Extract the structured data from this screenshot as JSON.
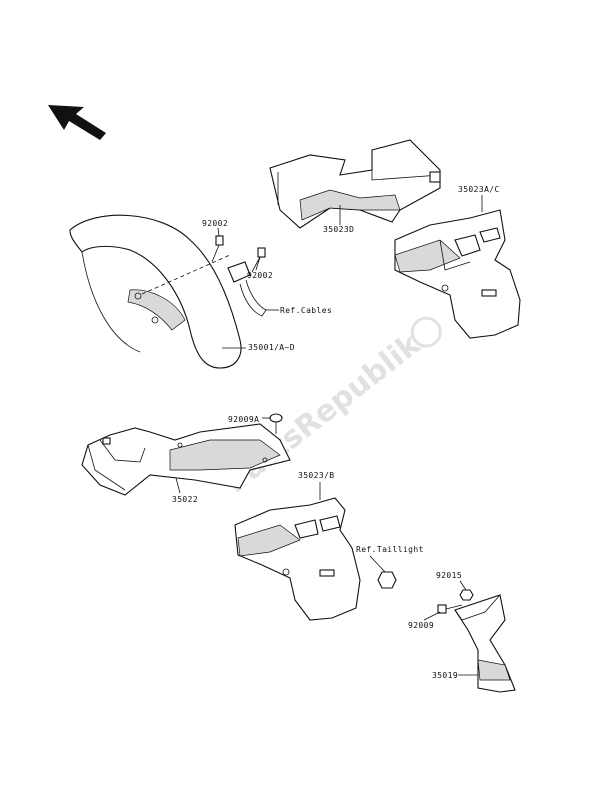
{
  "labels": {
    "p92002a": "92002",
    "p92002b": "92002",
    "refcables": "Ref.Cables",
    "p35001": "35001/A~D",
    "p35023c": "35023A/C",
    "p35023d": "35023D",
    "p92009a": "92009A",
    "p35022": "35022",
    "p35023b": "35023/B",
    "reftaillight": "Ref.Taillight",
    "p92015": "92015",
    "p92009": "92009",
    "p35019": "35019"
  },
  "watermark": "PartsRepublik"
}
